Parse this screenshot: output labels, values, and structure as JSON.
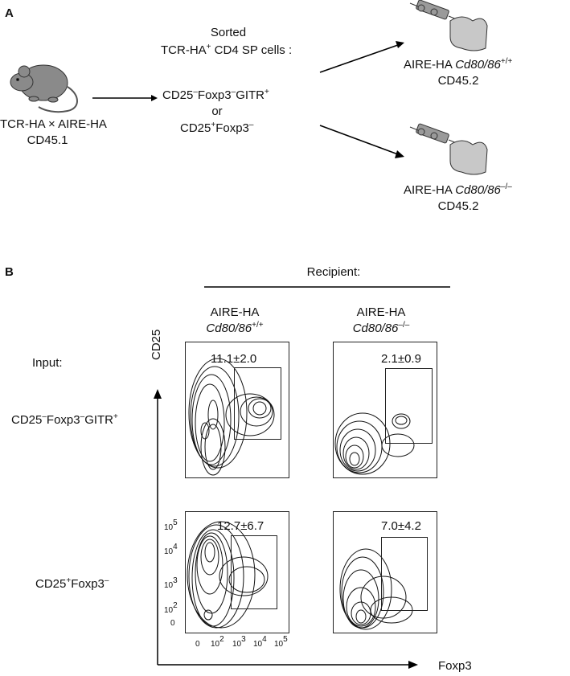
{
  "panel_a": {
    "letter": "A",
    "donor": {
      "line1": "TCR-HA × AIRE-HA",
      "line2": "CD45.1"
    },
    "sorted": {
      "line1": "Sorted",
      "line2_base": "TCR-HA",
      "line2_sup": "+",
      "line2_rest": " CD4 SP cells :",
      "pop1_a": "CD25",
      "pop1_a_sup": "–",
      "pop1_b": "Foxp3",
      "pop1_b_sup": "–",
      "pop1_c": "GITR",
      "pop1_c_sup": "+",
      "or": "or",
      "pop2_a": "CD25",
      "pop2_a_sup": "+",
      "pop2_b": "Foxp3",
      "pop2_b_sup": "–"
    },
    "recipient_wt": {
      "prefix": "AIRE-HA ",
      "gene": "Cd80/86",
      "sup": "+/+",
      "line2": "CD45.2"
    },
    "recipient_ko": {
      "prefix": "AIRE-HA ",
      "gene": "Cd80/86",
      "sup": "–/–",
      "line2": "CD45.2"
    }
  },
  "panel_b": {
    "letter": "B",
    "recipient_header": "Recipient:",
    "col1": {
      "line1": "AIRE-HA",
      "gene": "Cd80/86",
      "sup": "+/+"
    },
    "col2": {
      "line1": "AIRE-HA",
      "gene": "Cd80/86",
      "sup": "–/–"
    },
    "input_label": "Input:",
    "row1": {
      "a": "CD25",
      "a_sup": "–",
      "b": "Foxp3",
      "b_sup": "–",
      "c": "GITR",
      "c_sup": "+"
    },
    "row2": {
      "a": "CD25",
      "a_sup": "+",
      "b": "Foxp3",
      "b_sup": "–"
    },
    "gate_values": [
      "11.1±2.0",
      "2.1±0.9",
      "12.7±6.7",
      "7.0±4.2"
    ],
    "y_axis_label": "CD25",
    "x_axis_label": "Foxp3",
    "y_ticks": [
      {
        "base": "10",
        "sup": "5"
      },
      {
        "base": "10",
        "sup": "4"
      },
      {
        "base": "10",
        "sup": "3"
      },
      {
        "base": "10",
        "sup": "2"
      },
      {
        "base": "0",
        "sup": ""
      }
    ],
    "x_ticks": [
      {
        "base": "0",
        "sup": ""
      },
      {
        "base": "10",
        "sup": "2"
      },
      {
        "base": "10",
        "sup": "3"
      },
      {
        "base": "10",
        "sup": "4"
      },
      {
        "base": "10",
        "sup": "5"
      }
    ]
  }
}
